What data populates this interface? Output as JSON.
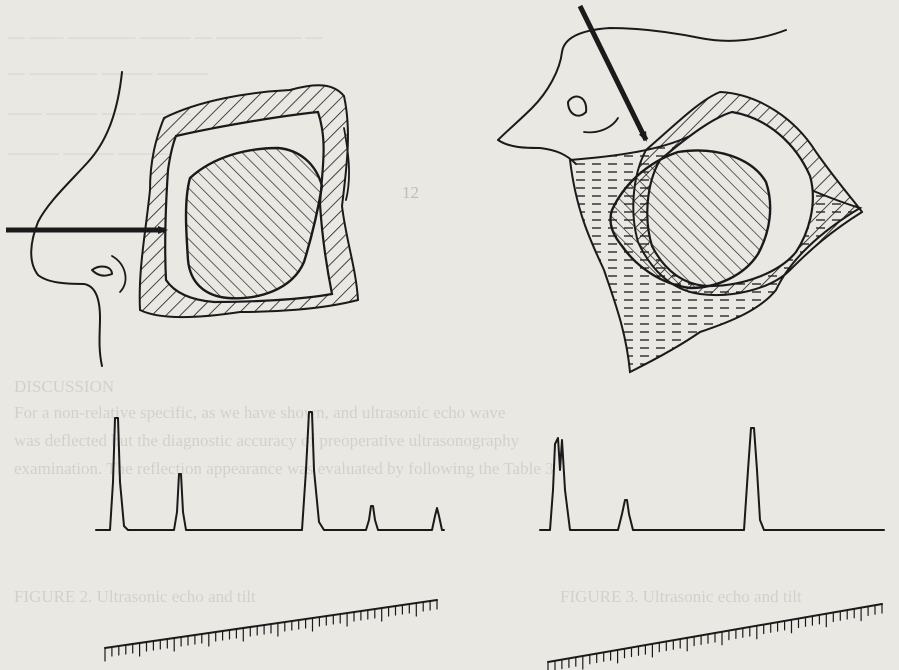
{
  "figure_number_left": "12",
  "show_through_text": {
    "heading": "DISCUSSION",
    "body_lines": [
      "For a non-relative specific, as we have shown, and ultrasonic echo wave",
      "was deflected but the diagnostic accuracy of preoperative ultrasonography",
      "examination. The reflection appearance was evaluated by following the Table 3"
    ],
    "caption_left": "FIGURE 2. Ultrasonic echo and tilt",
    "caption_right": "FIGURE 3. Ultrasonic echo and tilt"
  }
}
